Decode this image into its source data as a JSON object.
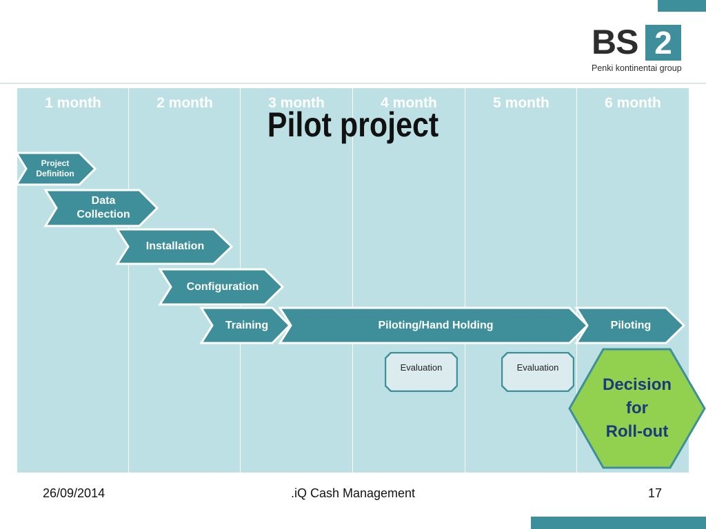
{
  "header": {
    "logo": {
      "main": "BS",
      "box": "2",
      "tagline": "Penki kontinentai group"
    }
  },
  "title": "Pilot project",
  "months": [
    "1 month",
    "2 month",
    "3 month",
    "4 month",
    "5 month",
    "6 month"
  ],
  "phases": [
    {
      "line1": "Project",
      "line2": "Definition"
    },
    {
      "line1": "Data",
      "line2": "Collection"
    },
    {
      "label": "Installation"
    },
    {
      "label": "Configuration"
    },
    {
      "label": "Training"
    },
    {
      "label": "Piloting/Hand Holding"
    },
    {
      "label": "Piloting"
    }
  ],
  "evaluations": [
    "Evaluation",
    "Evaluation"
  ],
  "decision": {
    "line1": "Decision",
    "line2": "for",
    "line3": "Roll-out"
  },
  "footer": {
    "date": "26/09/2014",
    "center": ".iQ Cash Management",
    "page": "17"
  },
  "colors": {
    "grid": "#bde0e4",
    "arrow": "#3e8f9a",
    "arrow_border": "#ffffff",
    "evaluation": "#dcecee",
    "decision": "#92d050",
    "decision_text": "#1a3a7a",
    "accent": "#3e8f9c"
  }
}
